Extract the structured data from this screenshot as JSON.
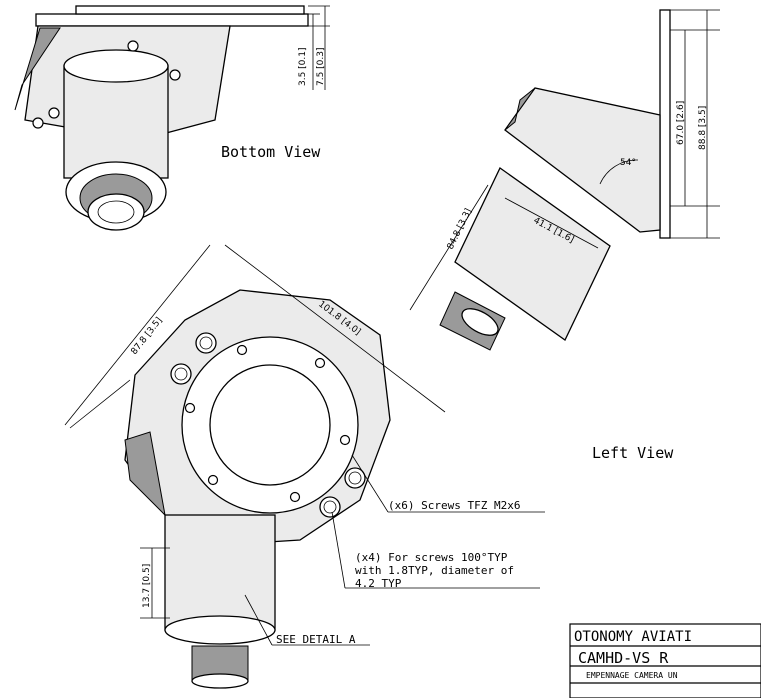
{
  "views": {
    "bottom_label": "Bottom View",
    "left_label": "Left View"
  },
  "dimensions": {
    "top_a": "3.5 [0.1]",
    "top_b": "7.5 [0.3]",
    "left_height_inner": "67.0 [2.6]",
    "left_height_outer": "88.8 [3.5]",
    "left_length": "84.8 [3.3]",
    "left_diameter": "41.1 [1.6]",
    "left_angle": "54°",
    "front_width_a": "87.8 [3.5]",
    "front_width_b": "101.8 [4.0]",
    "front_height": "13.7 [0.5]"
  },
  "notes": {
    "screws": "(x6) Screws TFZ M2x6",
    "holes_line1": "(x4) For screws 100°TYP",
    "holes_line2": "with 1.8TYP, diameter of",
    "holes_line3": "4.2 TYP",
    "detail": "SEE DETAIL A"
  },
  "title_block": {
    "company": "OTONOMY AVIATI",
    "part": "CAMHD-VS R",
    "description": "EMPENNAGE CAMERA UN"
  }
}
